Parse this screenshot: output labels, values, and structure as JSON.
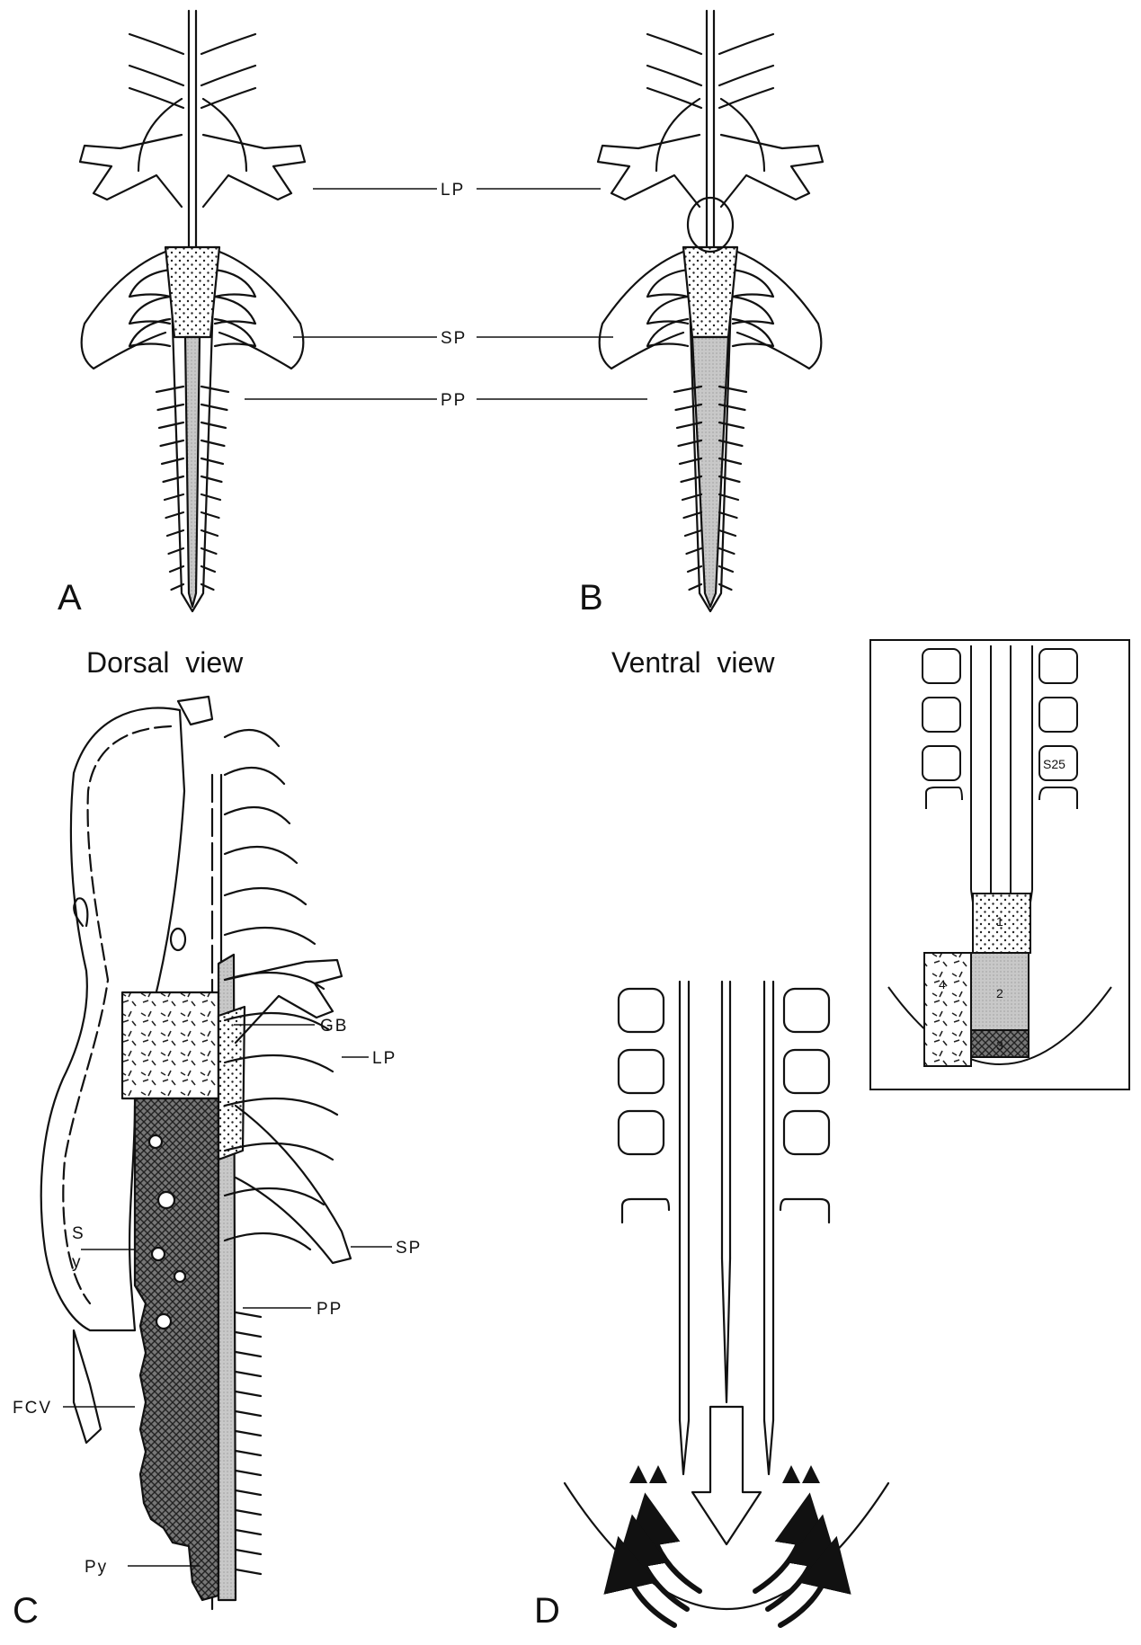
{
  "labels": {
    "panel_a": "A",
    "panel_b": "B",
    "panel_c": "C",
    "panel_d": "D",
    "dorsal_view": "Dorsal view",
    "ventral_view": "Ventral view",
    "lp": "LP",
    "sp": "SP",
    "pp": "PP",
    "gb": "GB",
    "sy_s": "S",
    "sy_y": "y",
    "fcv": "FCV",
    "py": "Py",
    "s25": "S25"
  },
  "inset": {
    "zone_1": "1",
    "zone_2": "2",
    "zone_3": "3",
    "zone_4": "4"
  },
  "colors": {
    "ink": "#111111",
    "stipple_fill": "#d9d9d9",
    "grey_fill": "#bdbdbd",
    "dark_fill": "#6e6e6e"
  }
}
